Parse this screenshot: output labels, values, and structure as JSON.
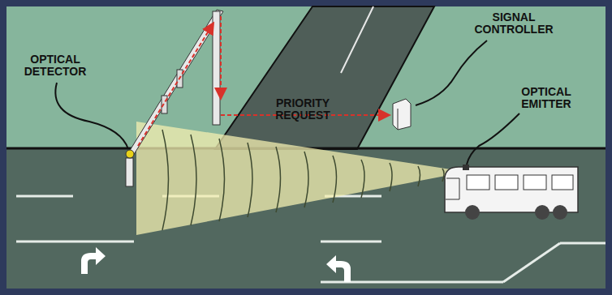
{
  "diagram": {
    "labels": [
      "OPTICAL DETECTOR",
      "SIGNAL CONTROLLER",
      "PRIORITY REQUEST",
      "OPTICAL EMITTER"
    ]
  }
}
